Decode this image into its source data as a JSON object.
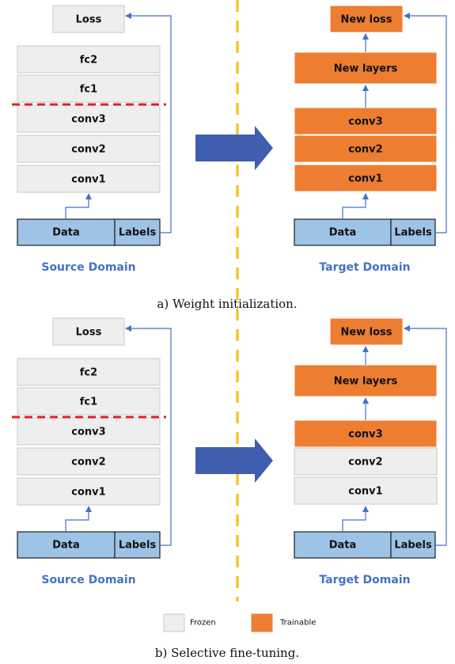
{
  "colors": {
    "frozen_fill": "#eeeeee",
    "frozen_stroke": "#c8c8c8",
    "trainable_fill": "#ed7d31",
    "trainable_stroke": "#ffffff",
    "data_fill": "#9dc3e6",
    "data_stroke": "#1f1f1f",
    "connector": "#4472c4",
    "big_arrow": "#3f5fae",
    "domain_label": "#4472c4",
    "divider": "#f6c000",
    "cut_line": "#e02020"
  },
  "panels": [
    {
      "caption": "a) Weight initialization.",
      "source": {
        "loss": "Loss",
        "layers": [
          "fc2",
          "fc1",
          "conv3",
          "conv2",
          "conv1"
        ],
        "data": "Data",
        "labels": "Labels",
        "domain": "Source Domain"
      },
      "target": {
        "loss": "New loss",
        "new_layers": "New layers",
        "convs": [
          {
            "label": "conv3",
            "state": "trainable"
          },
          {
            "label": "conv2",
            "state": "trainable"
          },
          {
            "label": "conv1",
            "state": "trainable"
          }
        ],
        "data": "Data",
        "labels": "Labels",
        "domain": "Target Domain"
      }
    },
    {
      "caption": "b) Selective fine-tuning.",
      "source": {
        "loss": "Loss",
        "layers": [
          "fc2",
          "fc1",
          "conv3",
          "conv2",
          "conv1"
        ],
        "data": "Data",
        "labels": "Labels",
        "domain": "Source Domain"
      },
      "target": {
        "loss": "New loss",
        "new_layers": "New layers",
        "convs": [
          {
            "label": "conv3",
            "state": "trainable"
          },
          {
            "label": "conv2",
            "state": "frozen"
          },
          {
            "label": "conv1",
            "state": "frozen"
          }
        ],
        "data": "Data",
        "labels": "Labels",
        "domain": "Target Domain"
      }
    }
  ],
  "legend": [
    {
      "label": "Frozen",
      "state": "frozen"
    },
    {
      "label": "Trainable",
      "state": "trainable"
    }
  ]
}
